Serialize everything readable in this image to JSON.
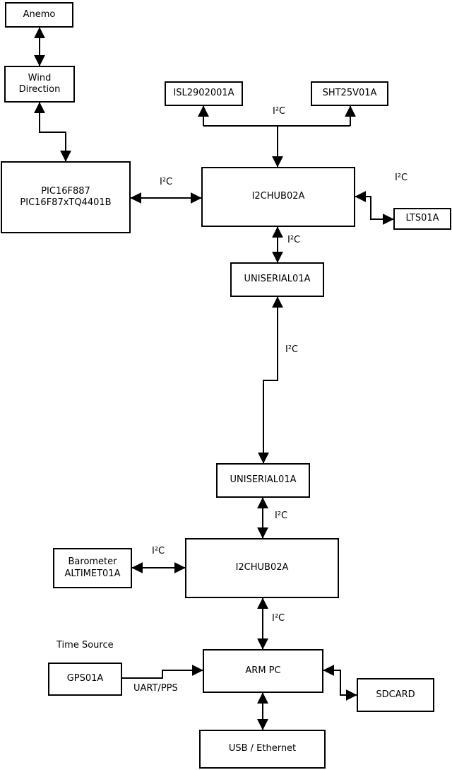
{
  "nodes": {
    "anemo": {
      "label": "Anemo"
    },
    "wind_direction": {
      "label": "Wind\nDirection"
    },
    "pic": {
      "label": "PIC16F887\nPIC16F87xTQ4401B"
    },
    "isl": {
      "label": "ISL2902001A"
    },
    "sht": {
      "label": "SHT25V01A"
    },
    "hub1": {
      "label": "I2CHUB02A"
    },
    "lts": {
      "label": "LTS01A"
    },
    "uniserial1": {
      "label": "UNISERIAL01A"
    },
    "uniserial2": {
      "label": "UNISERIAL01A"
    },
    "hub2": {
      "label": "I2CHUB02A"
    },
    "barometer": {
      "label": "Barometer\nALTIMET01A"
    },
    "gps": {
      "label": "GPS01A"
    },
    "arm_pc": {
      "label": "ARM PC"
    },
    "sdcard": {
      "label": "SDCARD"
    },
    "usb_ethernet": {
      "label": "USB / Ethernet"
    }
  },
  "edge_labels": {
    "sensors_bus": "I²C",
    "pic_hub1": "I²C",
    "hub1_lts": "I²C",
    "hub1_uniserial1": "I²C",
    "uniserial_link": "I²C",
    "uniserial2_hub2": "I²C",
    "barometer_hub2": "I²C",
    "hub2_armpc": "I²C",
    "time_source": "Time Source",
    "uart_pps": "UART/PPS"
  },
  "edges": [
    {
      "from": "Anemo",
      "to": "Wind Direction",
      "bidirectional": true,
      "label": ""
    },
    {
      "from": "Wind Direction",
      "to": "PIC16F887 PIC16F87xTQ4401B",
      "bidirectional": true,
      "label": ""
    },
    {
      "from": "PIC16F887 PIC16F87xTQ4401B",
      "to": "I2CHUB02A (upper)",
      "bidirectional": true,
      "label": "I²C"
    },
    {
      "from": "I2CHUB02A (upper)",
      "to": "ISL2902001A",
      "bidirectional": false,
      "label": "I²C"
    },
    {
      "from": "I2CHUB02A (upper)",
      "to": "SHT25V01A",
      "bidirectional": false,
      "label": "I²C"
    },
    {
      "from": "I2CHUB02A (upper)",
      "to": "LTS01A",
      "bidirectional": true,
      "label": "I²C"
    },
    {
      "from": "I2CHUB02A (upper)",
      "to": "UNISERIAL01A (upper)",
      "bidirectional": true,
      "label": "I²C"
    },
    {
      "from": "UNISERIAL01A (upper)",
      "to": "UNISERIAL01A (lower)",
      "bidirectional": true,
      "label": "I²C"
    },
    {
      "from": "UNISERIAL01A (lower)",
      "to": "I2CHUB02A (lower)",
      "bidirectional": true,
      "label": "I²C"
    },
    {
      "from": "Barometer ALTIMET01A",
      "to": "I2CHUB02A (lower)",
      "bidirectional": true,
      "label": "I²C"
    },
    {
      "from": "I2CHUB02A (lower)",
      "to": "ARM PC",
      "bidirectional": true,
      "label": "I²C"
    },
    {
      "from": "GPS01A",
      "to": "ARM PC",
      "bidirectional": false,
      "label": "UART/PPS"
    },
    {
      "from": "ARM PC",
      "to": "SDCARD",
      "bidirectional": true,
      "label": ""
    },
    {
      "from": "ARM PC",
      "to": "USB / Ethernet",
      "bidirectional": true,
      "label": ""
    }
  ],
  "colors": {
    "background": "#ffffff",
    "line": "#000000",
    "box_border": "#000000",
    "text": "#000000"
  }
}
